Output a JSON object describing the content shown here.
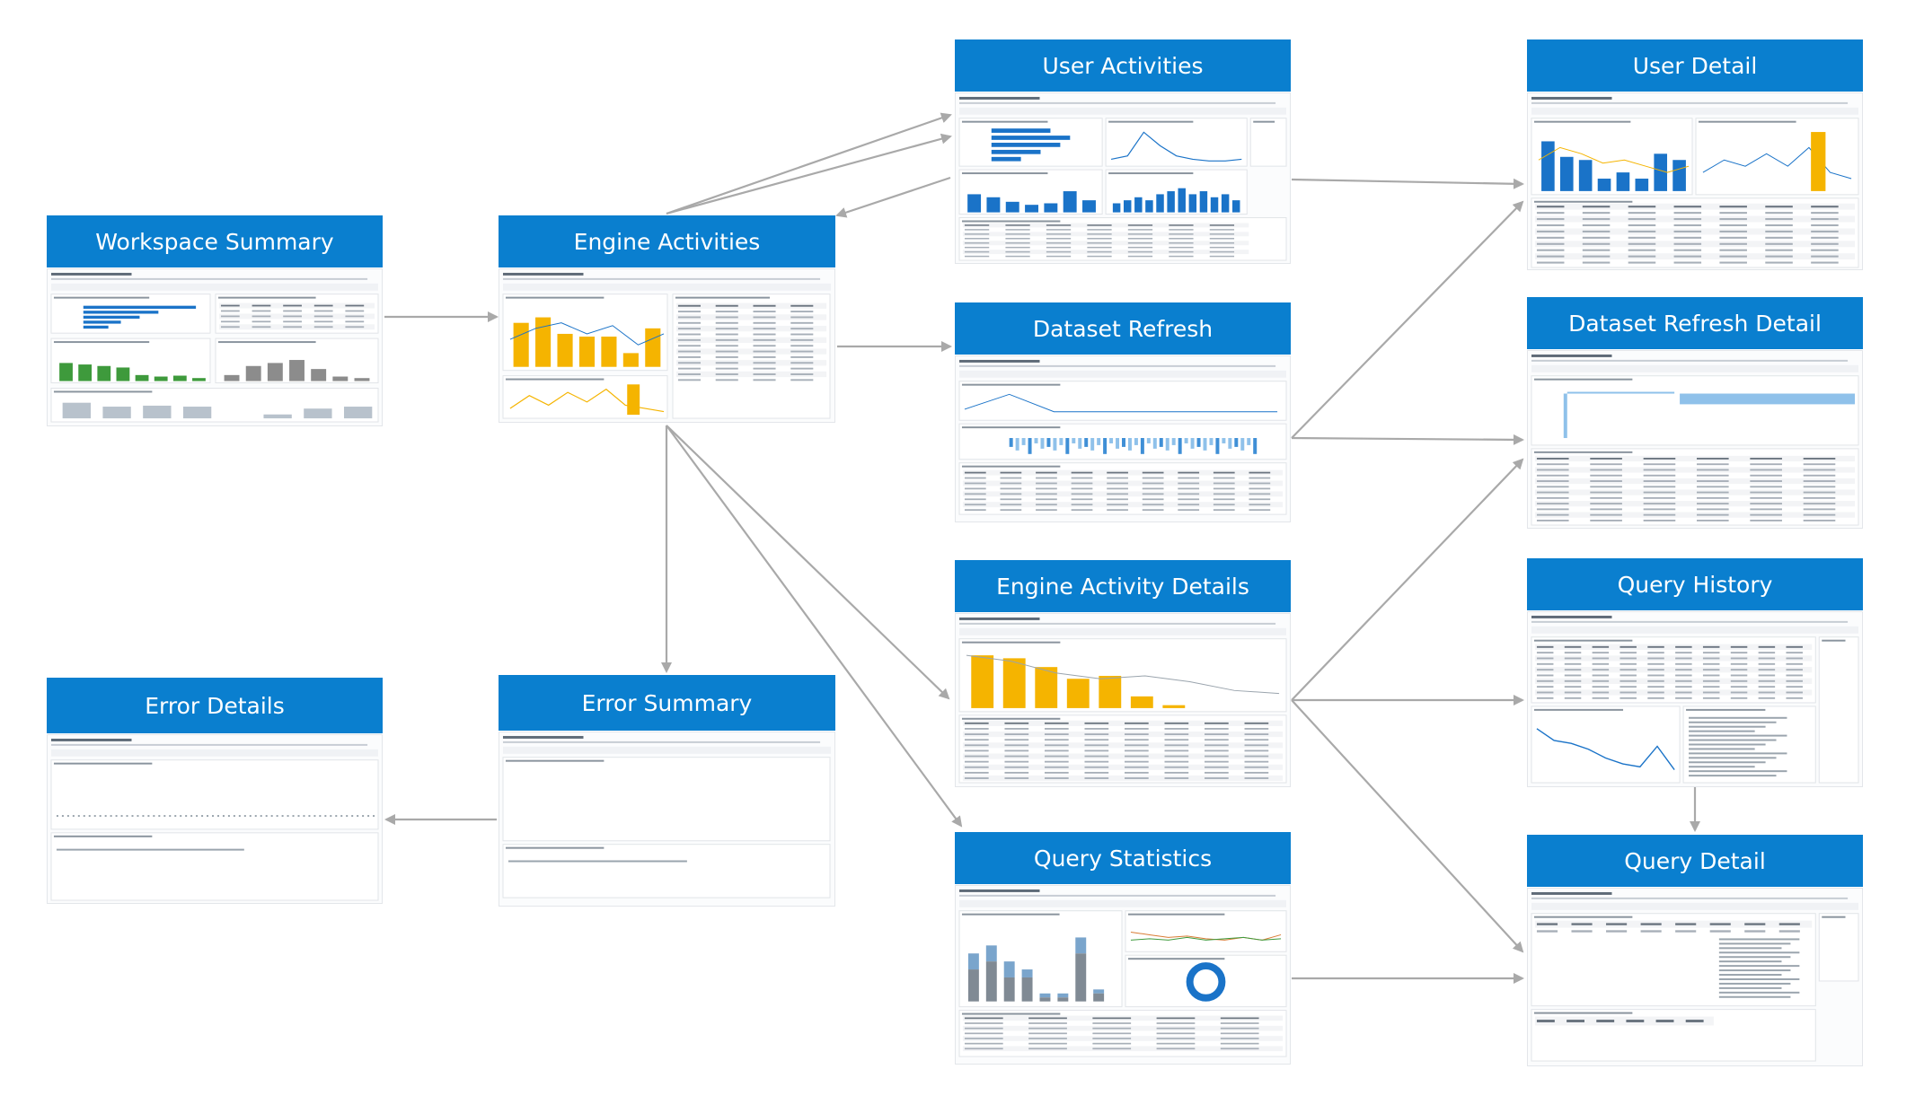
{
  "diagram": {
    "colors": {
      "header": "#0a7fcf",
      "arrow": "#a9a9a9",
      "accent_blue": "#1a73c8",
      "accent_orange": "#f5b400",
      "accent_green": "#3e9a3c",
      "grey": "#8c8c8c"
    },
    "nodes": [
      {
        "id": "workspace-summary",
        "title": "Workspace Summary",
        "thumb": "workspace"
      },
      {
        "id": "engine-activities",
        "title": "Engine Activities",
        "thumb": "engine"
      },
      {
        "id": "user-activities",
        "title": "User Activities",
        "thumb": "useract"
      },
      {
        "id": "dataset-refresh",
        "title": "Dataset Refresh",
        "thumb": "refresh"
      },
      {
        "id": "engine-activity-details",
        "title": "Engine Activity Details",
        "thumb": "enginedetail"
      },
      {
        "id": "query-statistics",
        "title": "Query Statistics",
        "thumb": "querystats"
      },
      {
        "id": "error-summary",
        "title": "Error Summary",
        "thumb": "errorsum"
      },
      {
        "id": "error-details",
        "title": "Error Details",
        "thumb": "errordet"
      },
      {
        "id": "user-detail",
        "title": "User Detail",
        "thumb": "userdetail"
      },
      {
        "id": "dataset-refresh-detail",
        "title": "Dataset Refresh Detail",
        "thumb": "refreshdetail"
      },
      {
        "id": "query-history",
        "title": "Query History",
        "thumb": "queryhistory"
      },
      {
        "id": "query-detail",
        "title": "Query Detail",
        "thumb": "querydetail"
      }
    ],
    "edges": [
      {
        "from": "workspace-summary",
        "to": "engine-activities"
      },
      {
        "from": "engine-activities",
        "to": "user-activities"
      },
      {
        "from": "user-activities",
        "to": "engine-activities"
      },
      {
        "from": "engine-activities",
        "to": "dataset-refresh"
      },
      {
        "from": "engine-activities",
        "to": "engine-activity-details"
      },
      {
        "from": "engine-activities",
        "to": "query-statistics"
      },
      {
        "from": "engine-activities",
        "to": "error-summary"
      },
      {
        "from": "error-summary",
        "to": "error-details"
      },
      {
        "from": "user-activities",
        "to": "user-detail"
      },
      {
        "from": "dataset-refresh",
        "to": "user-detail"
      },
      {
        "from": "dataset-refresh",
        "to": "dataset-refresh-detail"
      },
      {
        "from": "engine-activity-details",
        "to": "dataset-refresh-detail"
      },
      {
        "from": "engine-activity-details",
        "to": "query-history"
      },
      {
        "from": "engine-activity-details",
        "to": "query-detail"
      },
      {
        "from": "query-statistics",
        "to": "query-detail"
      },
      {
        "from": "query-history",
        "to": "query-detail"
      }
    ]
  }
}
